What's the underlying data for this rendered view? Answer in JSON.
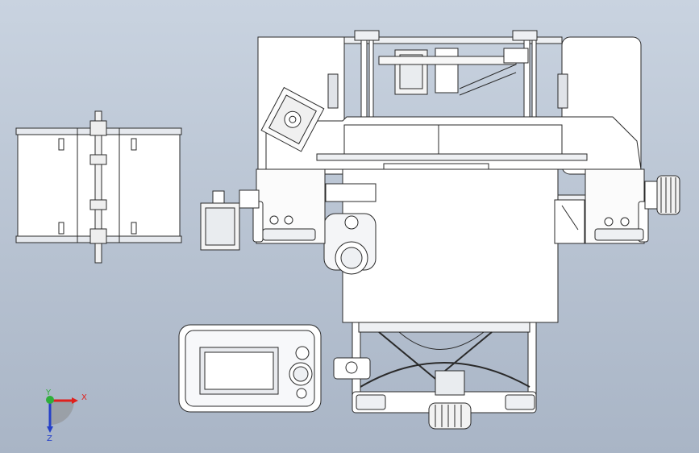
{
  "viewport": {
    "background_top": "#c9d3e0",
    "background_bottom": "#a9b5c6",
    "model": "3d-printer-assembly-top-view",
    "line_color": "#2a2a2a",
    "part_fill": "#ffffff",
    "shade_fill": "#d9dde3"
  },
  "triad": {
    "x_label": "X",
    "y_label": "Y",
    "z_label": "Z",
    "x_color": "#e0201c",
    "y_color": "#2fae3a",
    "z_color": "#2540c8"
  }
}
